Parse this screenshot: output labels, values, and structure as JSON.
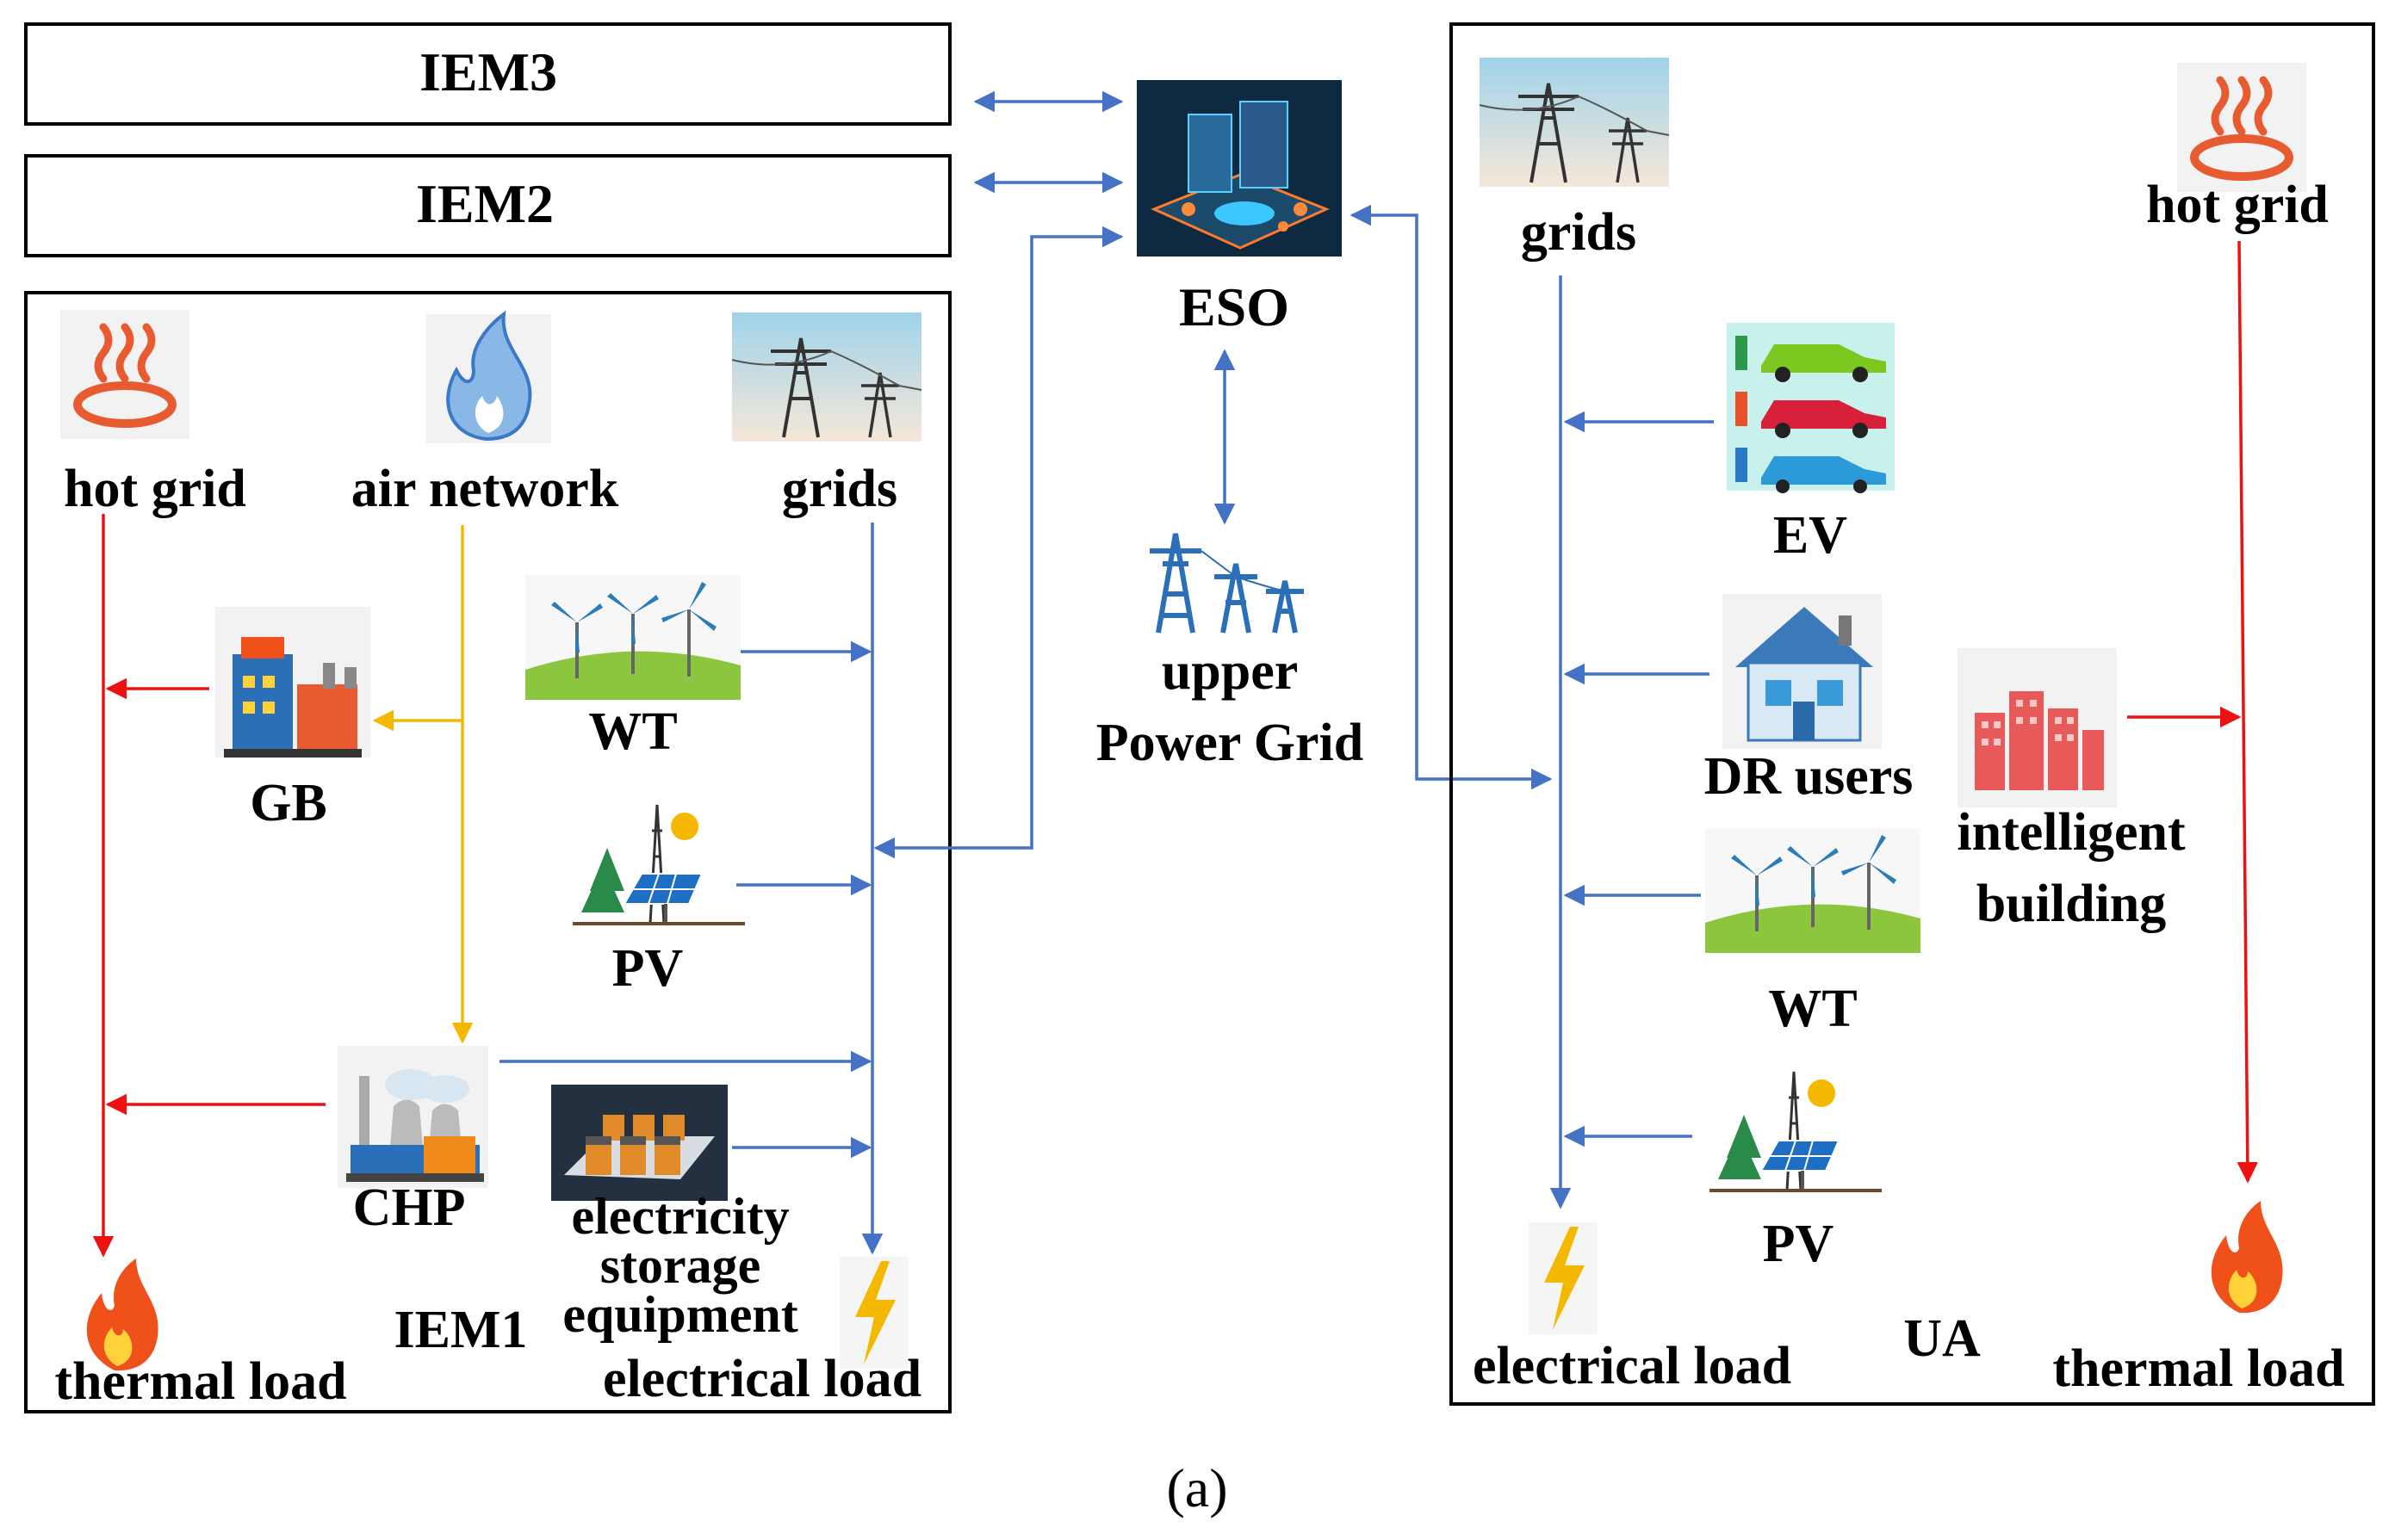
{
  "iem3": {
    "label": "IEM3"
  },
  "iem2": {
    "label": "IEM2"
  },
  "iem1": {
    "label": "IEM1",
    "hot_grid": "hot grid",
    "air_network": "air network",
    "grids": "grids",
    "gb": "GB",
    "wt": "WT",
    "pv": "PV",
    "chp": "CHP",
    "storage": [
      "electricity",
      "storage",
      "equipment"
    ],
    "thermal_load": "thermal load",
    "electrical_load": "electrical load"
  },
  "center": {
    "eso": "ESO",
    "upper_grid": [
      "upper",
      "Power Grid"
    ]
  },
  "ua": {
    "label": "UA",
    "grids": "grids",
    "hot_grid": "hot grid",
    "ev": "EV",
    "dr_users": "DR users",
    "intelligent_building": [
      "intelligent",
      "building"
    ],
    "wt": "WT",
    "pv": "PV",
    "electrical_load": "electrical load",
    "thermal_load": "thermal load"
  },
  "caption": "(a)",
  "colors": {
    "electric_flow": "#4472c4",
    "gas_flow": "#f5b800",
    "heat_flow": "#ee1111"
  }
}
